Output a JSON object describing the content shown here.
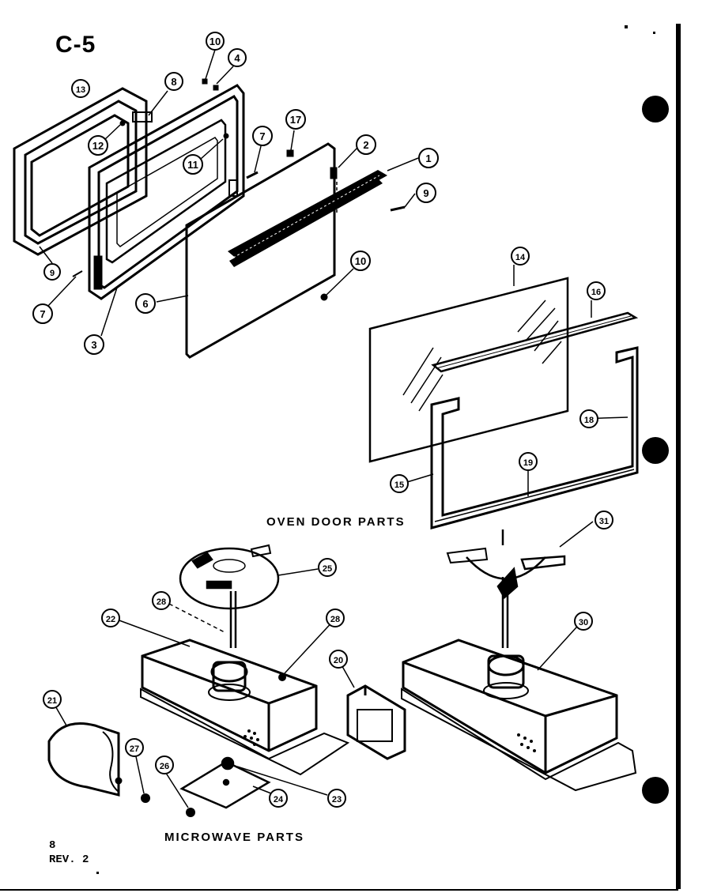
{
  "page": {
    "title": "C-5",
    "page_number": "8",
    "revision": "REV. 2"
  },
  "captions": {
    "oven_door": "OVEN DOOR PARTS",
    "microwave": "MICROWAVE PARTS"
  },
  "callouts": [
    "10",
    "4",
    "8",
    "13",
    "12",
    "11",
    "7",
    "17",
    "2",
    "1",
    "9",
    "9",
    "7",
    "3",
    "6",
    "10",
    "14",
    "16",
    "18",
    "19",
    "15",
    "31",
    "25",
    "28",
    "22",
    "28",
    "20",
    "30",
    "21",
    "27",
    "26",
    "24",
    "23"
  ],
  "colors": {
    "ink": "#000000",
    "paper": "#ffffff"
  }
}
